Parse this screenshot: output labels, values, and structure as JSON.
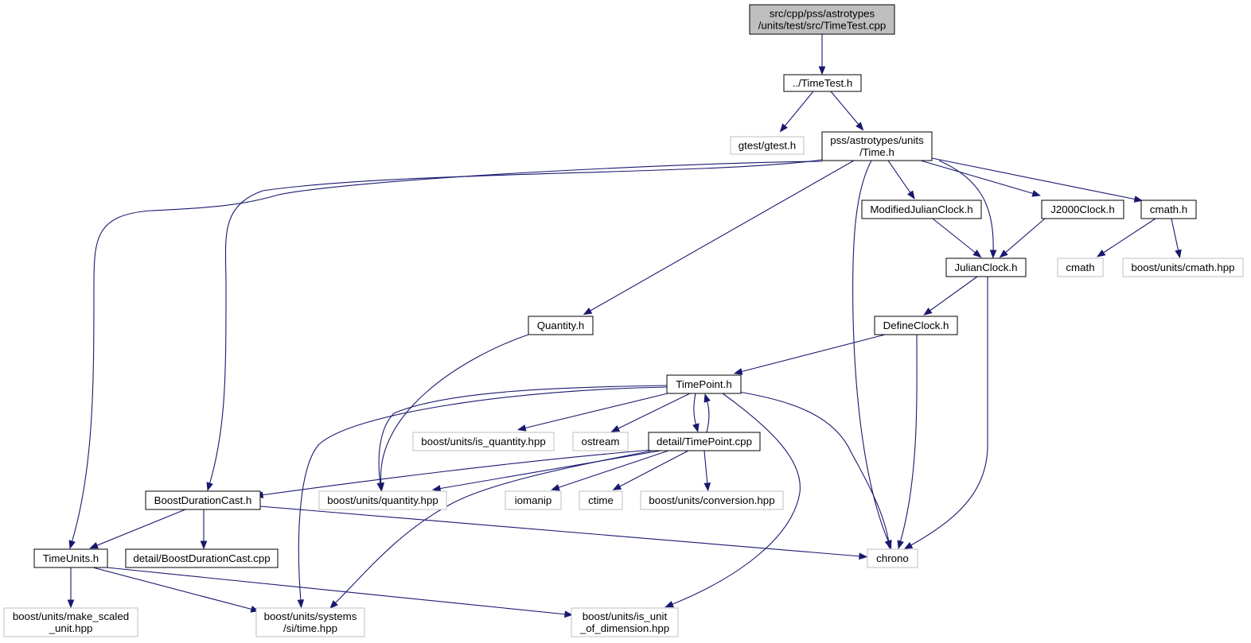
{
  "colors": {
    "edge": "#191970",
    "node_border": "#000000",
    "external_border": "#bfbfbf",
    "root_fill": "#bfbfbf",
    "node_fill": "#ffffff"
  },
  "nodes": {
    "root": {
      "lines": [
        "src/cpp/pss/astrotypes",
        "/units/test/src/TimeTest.cpp"
      ],
      "kind": "root"
    },
    "timetest_h": {
      "lines": [
        "../TimeTest.h"
      ],
      "kind": "file"
    },
    "gtest": {
      "lines": [
        "gtest/gtest.h"
      ],
      "kind": "external"
    },
    "time_h": {
      "lines": [
        "pss/astrotypes/units",
        "/Time.h"
      ],
      "kind": "file"
    },
    "modjulian": {
      "lines": [
        "ModifiedJulianClock.h"
      ],
      "kind": "file"
    },
    "j2000": {
      "lines": [
        "J2000Clock.h"
      ],
      "kind": "file"
    },
    "cmath_h": {
      "lines": [
        "cmath.h"
      ],
      "kind": "file"
    },
    "cmath": {
      "lines": [
        "cmath"
      ],
      "kind": "external"
    },
    "boost_cmath": {
      "lines": [
        "boost/units/cmath.hpp"
      ],
      "kind": "external"
    },
    "julian": {
      "lines": [
        "JulianClock.h"
      ],
      "kind": "file"
    },
    "quantity_h": {
      "lines": [
        "Quantity.h"
      ],
      "kind": "file"
    },
    "defineclock": {
      "lines": [
        "DefineClock.h"
      ],
      "kind": "file"
    },
    "timepoint_h": {
      "lines": [
        "TimePoint.h"
      ],
      "kind": "file"
    },
    "is_quantity": {
      "lines": [
        "boost/units/is_quantity.hpp"
      ],
      "kind": "external"
    },
    "ostream": {
      "lines": [
        "ostream"
      ],
      "kind": "external"
    },
    "timepoint_cpp": {
      "lines": [
        "detail/TimePoint.cpp"
      ],
      "kind": "file"
    },
    "bdc_h": {
      "lines": [
        "BoostDurationCast.h"
      ],
      "kind": "file"
    },
    "quantity_hpp": {
      "lines": [
        "boost/units/quantity.hpp"
      ],
      "kind": "external"
    },
    "iomanip": {
      "lines": [
        "iomanip"
      ],
      "kind": "external"
    },
    "ctime": {
      "lines": [
        "ctime"
      ],
      "kind": "external"
    },
    "conversion": {
      "lines": [
        "boost/units/conversion.hpp"
      ],
      "kind": "external"
    },
    "timeunits": {
      "lines": [
        "TimeUnits.h"
      ],
      "kind": "file"
    },
    "bdc_cpp": {
      "lines": [
        "detail/BoostDurationCast.cpp"
      ],
      "kind": "file"
    },
    "chrono": {
      "lines": [
        "chrono"
      ],
      "kind": "external"
    },
    "make_scaled": {
      "lines": [
        "boost/units/make_scaled",
        "_unit.hpp"
      ],
      "kind": "external"
    },
    "si_time": {
      "lines": [
        "boost/units/systems",
        "/si/time.hpp"
      ],
      "kind": "external"
    },
    "is_unit": {
      "lines": [
        "boost/units/is_unit",
        "_of_dimension.hpp"
      ],
      "kind": "external"
    }
  },
  "edges": [
    [
      "root",
      "timetest_h"
    ],
    [
      "timetest_h",
      "gtest"
    ],
    [
      "timetest_h",
      "time_h"
    ],
    [
      "time_h",
      "modjulian"
    ],
    [
      "time_h",
      "j2000"
    ],
    [
      "time_h",
      "cmath_h"
    ],
    [
      "time_h",
      "julian"
    ],
    [
      "time_h",
      "chrono"
    ],
    [
      "time_h",
      "quantity_h"
    ],
    [
      "time_h",
      "bdc_h"
    ],
    [
      "time_h",
      "timeunits"
    ],
    [
      "cmath_h",
      "cmath"
    ],
    [
      "cmath_h",
      "boost_cmath"
    ],
    [
      "modjulian",
      "julian"
    ],
    [
      "j2000",
      "julian"
    ],
    [
      "julian",
      "defineclock"
    ],
    [
      "julian",
      "chrono"
    ],
    [
      "defineclock",
      "timepoint_h"
    ],
    [
      "defineclock",
      "chrono"
    ],
    [
      "quantity_h",
      "quantity_hpp"
    ],
    [
      "timepoint_h",
      "is_quantity"
    ],
    [
      "timepoint_h",
      "ostream"
    ],
    [
      "timepoint_h",
      "timepoint_cpp"
    ],
    [
      "timepoint_cpp",
      "timepoint_h"
    ],
    [
      "timepoint_h",
      "chrono"
    ],
    [
      "timepoint_h",
      "quantity_hpp"
    ],
    [
      "timepoint_h",
      "si_time"
    ],
    [
      "timepoint_h",
      "is_unit"
    ],
    [
      "timepoint_cpp",
      "bdc_h"
    ],
    [
      "timepoint_cpp",
      "quantity_hpp"
    ],
    [
      "timepoint_cpp",
      "iomanip"
    ],
    [
      "timepoint_cpp",
      "ctime"
    ],
    [
      "timepoint_cpp",
      "conversion"
    ],
    [
      "timepoint_cpp",
      "si_time"
    ],
    [
      "bdc_h",
      "timeunits"
    ],
    [
      "bdc_h",
      "bdc_cpp"
    ],
    [
      "bdc_h",
      "chrono"
    ],
    [
      "timeunits",
      "make_scaled"
    ],
    [
      "timeunits",
      "si_time"
    ],
    [
      "timeunits",
      "is_unit"
    ]
  ]
}
